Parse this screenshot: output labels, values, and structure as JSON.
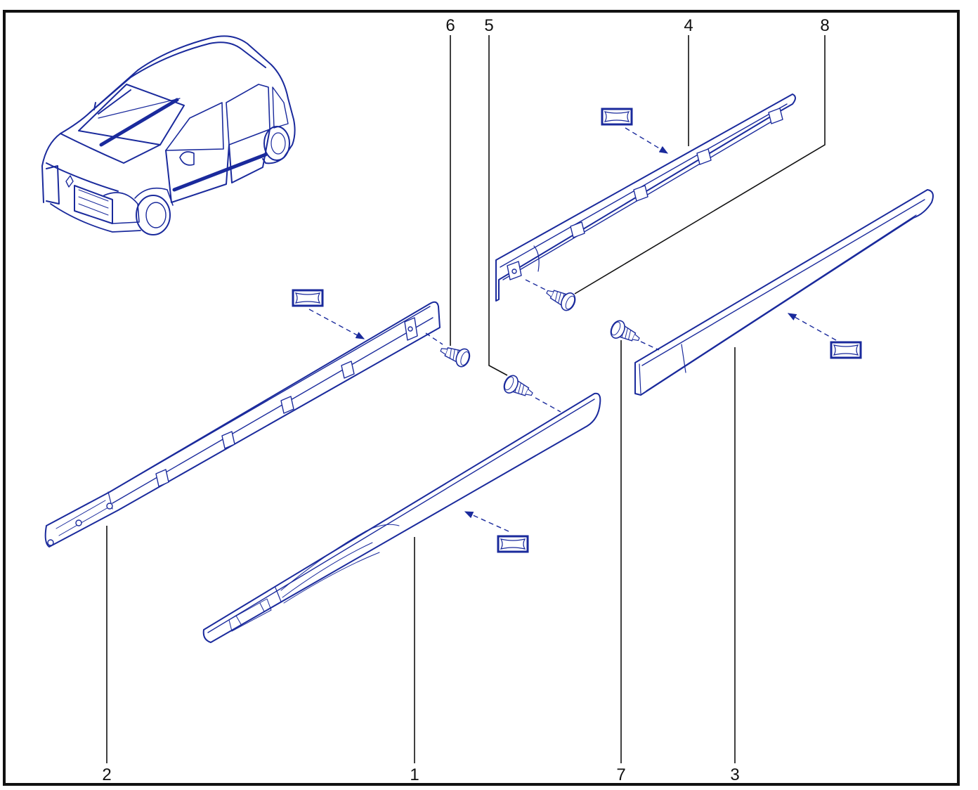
{
  "diagram": {
    "callouts": {
      "c1": "1",
      "c2": "2",
      "c3": "3",
      "c4": "4",
      "c5": "5",
      "c6": "6",
      "c7": "7",
      "c8": "8"
    },
    "colors": {
      "ink": "#1a2a9c",
      "frame": "#111111",
      "background": "#ffffff"
    },
    "icons": [
      "car-illustration-icon",
      "adhesive-tape-symbol-icon",
      "clip-screw-icon"
    ]
  }
}
